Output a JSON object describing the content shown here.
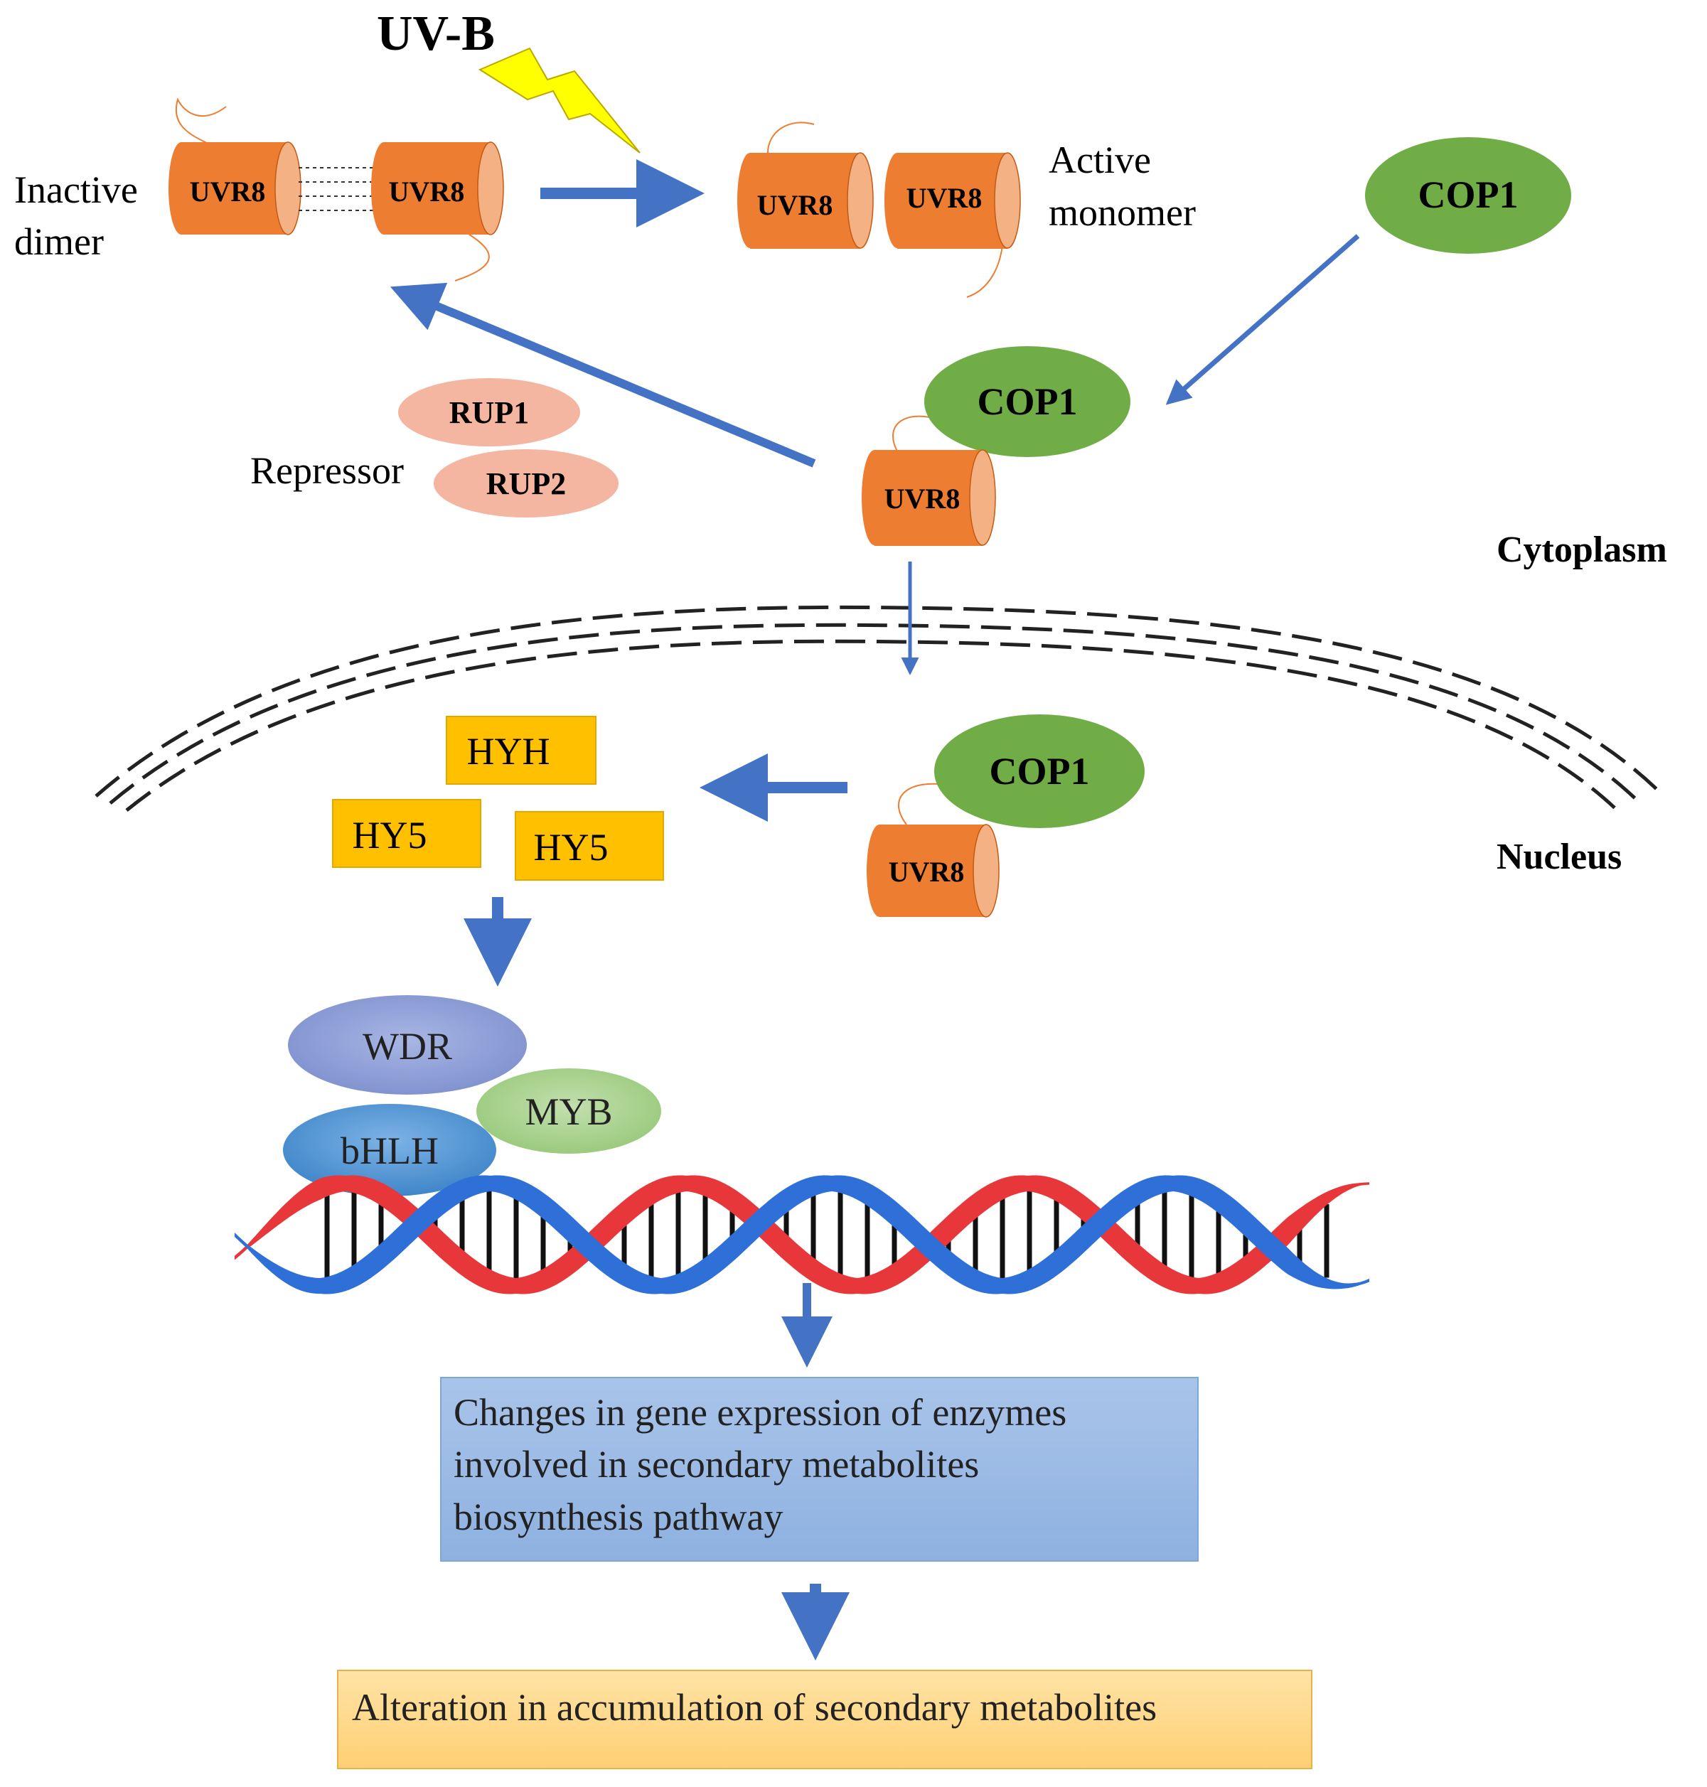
{
  "uvb_label": "UV-B",
  "inactive_dimer_label": [
    "Inactive",
    "dimer"
  ],
  "active_monomer_label": [
    "Active",
    "monomer"
  ],
  "uvr8": "UVR8",
  "cop1": "COP1",
  "repressor_label": "Repressor",
  "rup1": "RUP1",
  "rup2": "RUP2",
  "cytoplasm_label": "Cytoplasm",
  "nucleus_label": "Nucleus",
  "hyh": "HYH",
  "hy5": "HY5",
  "wdr": "WDR",
  "myb": "MYB",
  "bhlh": "bHLH",
  "gene_box_lines": [
    "Changes in gene expression of enzymes",
    "involved in secondary metabolites",
    "biosynthesis pathway"
  ],
  "result_box": "Alteration in accumulation of secondary metabolites",
  "colors": {
    "uvr8_body": "#ED7D31",
    "uvr8_end": "#F4B183",
    "cop1": "#70AD47",
    "rup": "#F4B6A0",
    "tf_box": "#FFC000",
    "wdr": "#8E9FD6",
    "myb": "#A9D18E",
    "bhlh": "#5B9BD5",
    "arrow": "#4472C4",
    "lightning": "#FFFF00",
    "gene_box": "#A9C4EA",
    "result_box": "#FFD98A",
    "dna_blue": "#2E6FD8",
    "dna_red": "#E8373A"
  }
}
